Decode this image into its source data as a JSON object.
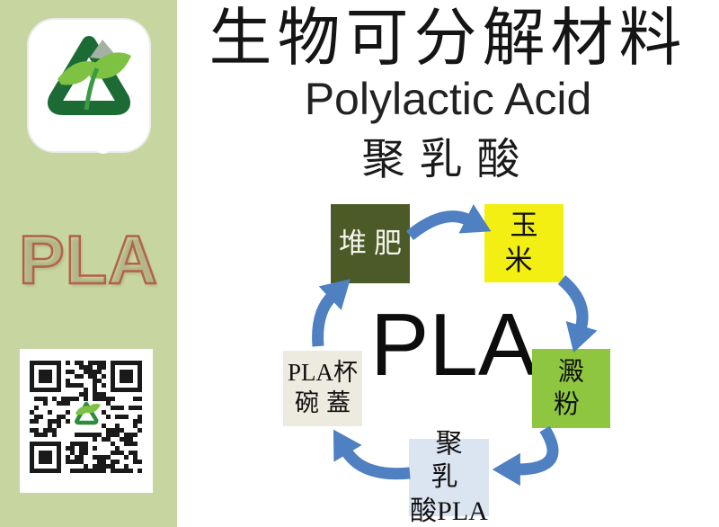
{
  "header": {
    "title_zh": "生物可分解材料",
    "subtitle_en": "Polylactic Acid",
    "subtitle_zh": "聚乳酸"
  },
  "sidebar": {
    "pla_label": "PLA",
    "logo_icon": "recycle-leaves-logo",
    "qr_center_icon": "recycle-icon"
  },
  "diagram": {
    "type": "cycle",
    "center_label": "PLA",
    "nodes": [
      {
        "id": "compost",
        "label": "堆肥",
        "bg": "#4c5a27",
        "text_color": "#ffffff"
      },
      {
        "id": "corn",
        "label": "玉米",
        "bg": "#f3ef13",
        "text_color": "#111111"
      },
      {
        "id": "starch",
        "label": "澱粉",
        "bg": "#8ec63f",
        "text_color": "#111111"
      },
      {
        "id": "pla",
        "label": "聚乳酸PLA",
        "lines": [
          "聚乳",
          "酸PLA"
        ],
        "bg": "#dbe5f1",
        "text_color": "#111111"
      },
      {
        "id": "cup",
        "label": "PLA杯碗蓋",
        "lines": [
          "PLA杯",
          "碗蓋"
        ],
        "bg": "#edeadf",
        "text_color": "#111111"
      }
    ],
    "edges": [
      {
        "from": "compost",
        "to": "corn"
      },
      {
        "from": "corn",
        "to": "starch"
      },
      {
        "from": "starch",
        "to": "pla"
      },
      {
        "from": "pla",
        "to": "cup"
      },
      {
        "from": "cup",
        "to": "compost"
      }
    ]
  },
  "colors": {
    "sidebar_bg": "#c7d6a1",
    "page_bg": "#ffffff",
    "arrow_blue": "#4e80c2",
    "pla_outline": "#b2614d",
    "logo_dark_green": "#1c6b34",
    "logo_light_green": "#7dc242",
    "compost_bg": "#4c5a27",
    "corn_bg": "#f3ef13",
    "starch_bg": "#8ec63f",
    "pla_box_bg": "#dbe5f1",
    "cup_box_bg": "#edeadf"
  }
}
